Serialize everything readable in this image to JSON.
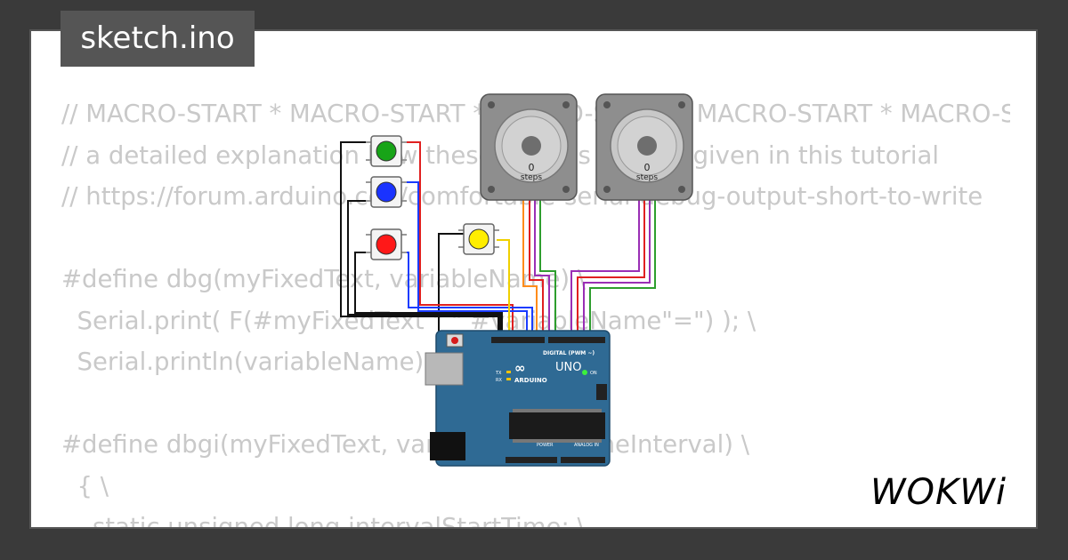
{
  "file_tab": {
    "label": "sketch.ino"
  },
  "code": {
    "lines": [
      "// MACRO-START * MACRO-START * MACRO-START * MACRO-START * MACRO-START",
      "// a detailed explanation how these macros work is given in this tutorial",
      "// https://forum.arduino.cc/t/comfortable-serial-debug-output-short-to-write",
      "",
      "#define dbg(myFixedText, variableName) \\",
      "  Serial.print( F(#myFixedText \" \" #variableName\"=\") ); \\",
      "  Serial.println(variableName);",
      "",
      "#define dbgi(myFixedText, variableName,timeInterval) \\",
      "  { \\",
      "    static unsigned long intervalStartTime; \\"
    ]
  },
  "steppers": [
    {
      "name": "stepper-motor-1",
      "count": "0",
      "unit": "steps"
    },
    {
      "name": "stepper-motor-2",
      "count": "0",
      "unit": "steps"
    }
  ],
  "buttons": [
    {
      "name": "green-pushbutton",
      "color": "#18a418"
    },
    {
      "name": "blue-pushbutton",
      "color": "#1a33ff"
    },
    {
      "name": "red-pushbutton",
      "color": "#ff1818"
    },
    {
      "name": "yellow-pushbutton",
      "color": "#ffee00"
    }
  ],
  "arduino": {
    "brand": "ARDUINO",
    "model": "UNO",
    "digital_label": "DIGITAL (PWM ~)",
    "power_label": "POWER",
    "analog_label": "ANALOG IN",
    "tx_label": "TX",
    "rx_label": "RX",
    "on_label": "ON",
    "board_color": "#2f6a94"
  },
  "wire_colors": {
    "black": "#111111",
    "red": "#e02020",
    "blue": "#1a3cff",
    "green": "#2e9e2e",
    "yellow": "#f0d000",
    "orange": "#ff8c1a",
    "purple": "#9a2fb5"
  },
  "logo": {
    "text": "WOKWi"
  }
}
